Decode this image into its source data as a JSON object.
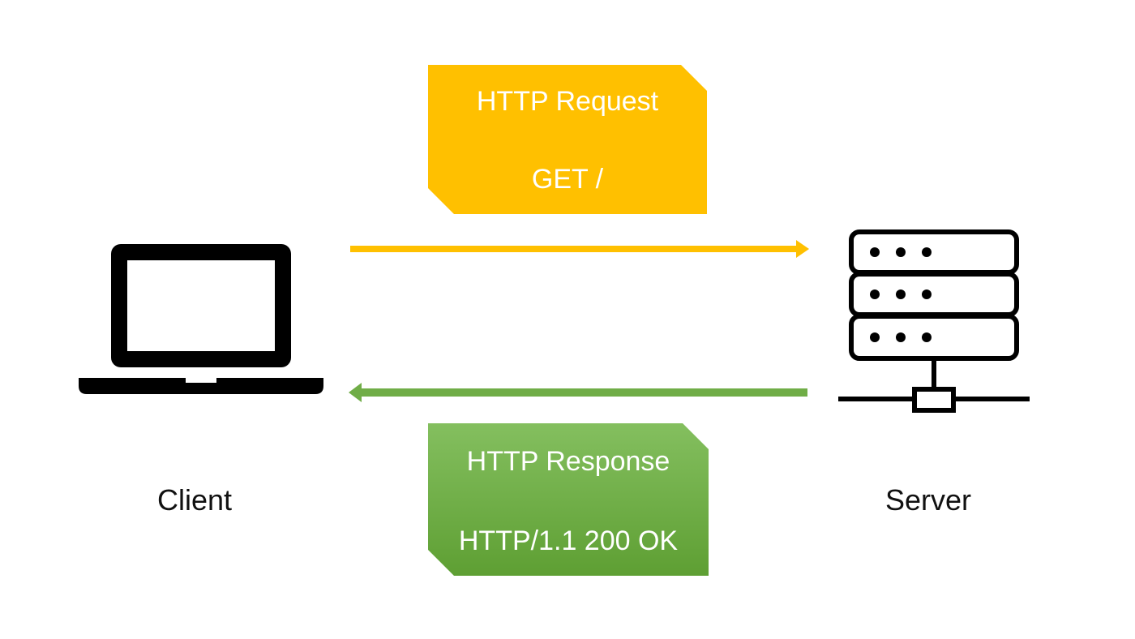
{
  "client": {
    "label": "Client",
    "icon": "laptop-icon"
  },
  "server": {
    "label": "Server",
    "icon": "server-rack-icon"
  },
  "request": {
    "title": "HTTP Request",
    "detail": "GET /",
    "color": "#FFC000"
  },
  "response": {
    "title": "HTTP Response",
    "detail": "HTTP/1.1 200 OK",
    "color_top": "#84BF5F",
    "color_bottom": "#5E9F33"
  },
  "arrows": {
    "request_color": "#FFC000",
    "response_color": "#70AD47"
  }
}
